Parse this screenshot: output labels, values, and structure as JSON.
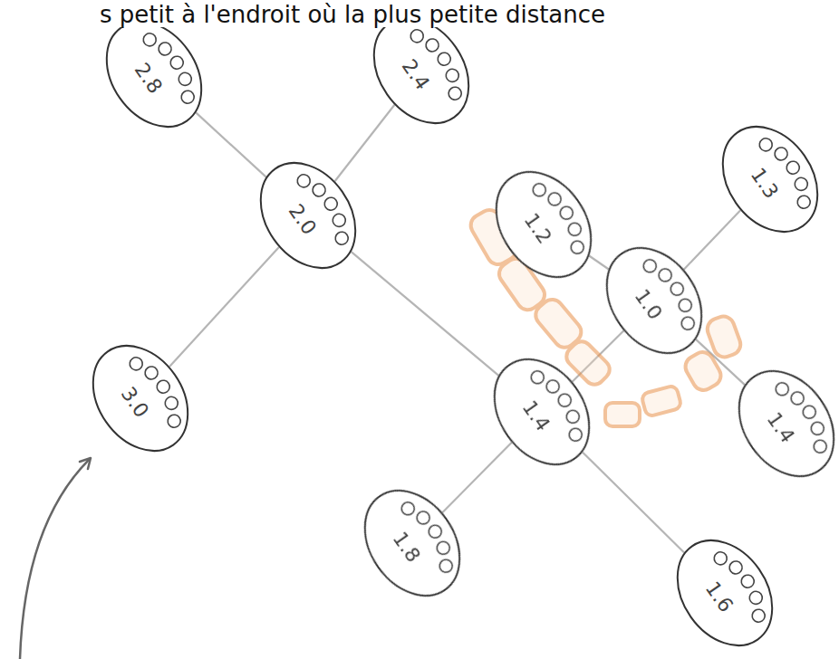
{
  "diagram": {
    "nodes": [
      {
        "text": [
          "2.8"
        ]
      },
      {
        "text": [
          "2.4"
        ]
      },
      {
        "text": [
          "2.0"
        ]
      },
      {
        "text": [
          "1.2"
        ]
      },
      {
        "text": [
          "1.3"
        ]
      },
      {
        "text": [
          "1.0"
        ]
      },
      {
        "text": [
          "3.0"
        ]
      },
      {
        "text": [
          "1.4"
        ]
      },
      {
        "text": [
          "1.4"
        ]
      },
      {
        "text": [
          "1.8"
        ]
      },
      {
        "text": [
          "1.6"
        ]
      }
    ],
    "edges": [
      {
        "from": 2,
        "to": 0,
        "arrow": "none"
      },
      {
        "from": 2,
        "to": 1,
        "arrow": "none"
      },
      {
        "from": 2,
        "to": 6,
        "arrow": "none"
      },
      {
        "from": 2,
        "to": 7,
        "arrow": "none"
      },
      {
        "from": 7,
        "to": 9,
        "arrow": "none"
      },
      {
        "from": 7,
        "to": 10,
        "arrow": "none"
      },
      {
        "from": 5,
        "to": 4,
        "arrow": "none"
      },
      {
        "from": 5,
        "to": 3,
        "arrow": "none"
      },
      {
        "from": 5,
        "to": 8,
        "arrow": "none"
      },
      {
        "from": 7,
        "to": 5,
        "arrow": "none"
      }
    ],
    "labels": [
      "s petit à l'endroit où la plus petite distance"
    ]
  }
}
